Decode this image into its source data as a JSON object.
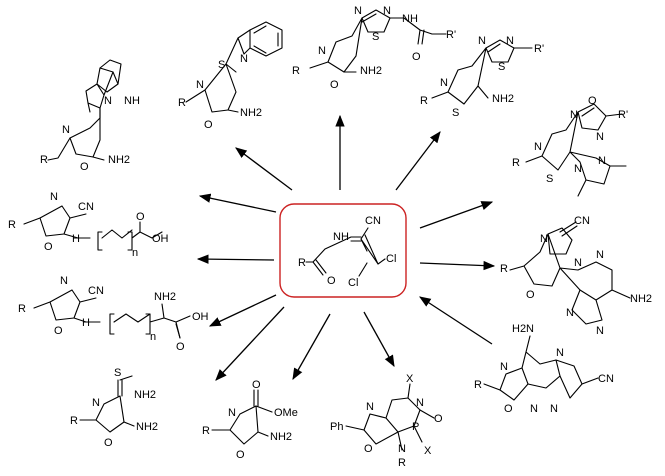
{
  "labels": {
    "R": "R",
    "Rp": "R'",
    "N": "N",
    "O": "O",
    "S": "S",
    "P": "P",
    "X": "X",
    "NH": "NH",
    "NH2": "NH2",
    "NH2_sub": "H",
    "H": "H",
    "CN": "CN",
    "Cl": "Cl",
    "OH": "OH",
    "OMe": "OMe",
    "n": "n",
    "Ph": "Ph",
    "H2N": "H2N",
    "NH2_rhs": "NH",
    "two": "2"
  },
  "colors": {
    "box": "#cc2222",
    "ink": "#000000"
  }
}
